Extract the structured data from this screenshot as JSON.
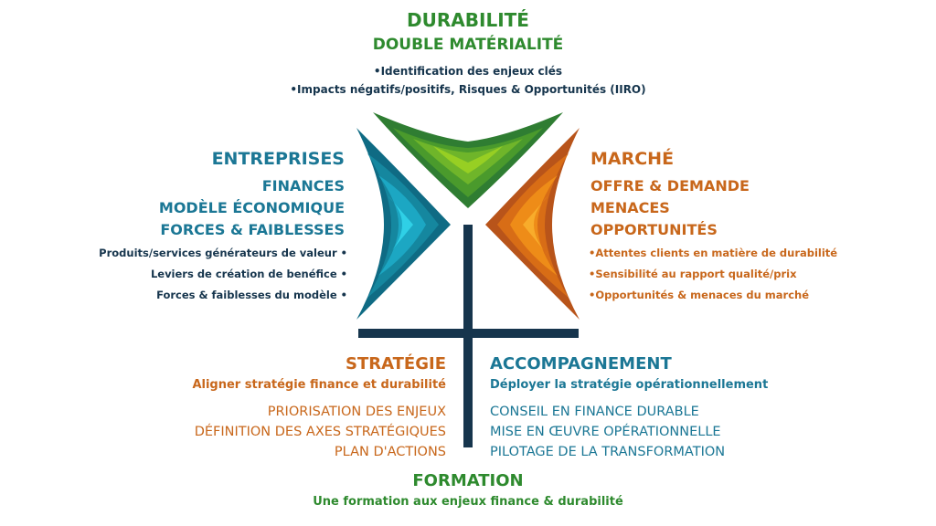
{
  "durabilite": {
    "title": "DURABILITÉ",
    "subtitle": "DOUBLE MATÉRIALITÉ",
    "bullets": [
      "Identification des enjeux clés",
      "Impacts négatifs/positifs, Risques & Opportunités (IIRO)"
    ]
  },
  "entreprises": {
    "title": "ENTREPRISES",
    "items": [
      "FINANCES",
      "MODÈLE ÉCONOMIQUE",
      "FORCES & FAIBLESSES"
    ],
    "bullets": [
      "Produits/services générateurs de valeur",
      "Leviers de création de benéfice",
      "Forces & faiblesses du modèle"
    ]
  },
  "marche": {
    "title": "MARCHÉ",
    "items": [
      "OFFRE & DEMANDE",
      "MENACES",
      "OPPORTUNITÉS"
    ],
    "bullets": [
      "Attentes clients en matière de durabilité",
      "Sensibilité au rapport qualité/prix",
      "Opportunités & menaces du marché"
    ]
  },
  "strategie": {
    "title": "STRATÉGIE",
    "subtitle": "Aligner stratégie finance et durabilité",
    "items": [
      "PRIORISATION DES ENJEUX",
      "DÉFINITION DES AXES STRATÉGIQUES",
      "PLAN D'ACTIONS"
    ]
  },
  "accompagnement": {
    "title": "ACCOMPAGNEMENT",
    "subtitle": "Déployer la stratégie opérationnellement",
    "items": [
      "CONSEIL EN FINANCE DURABLE",
      "MISE EN ŒUVRE OPÉRATIONNELLE",
      "PILOTAGE DE LA TRANSFORMATION"
    ]
  },
  "formation": {
    "title": "FORMATION",
    "subtitle": "Une formation aux enjeux finance & durabilité"
  },
  "colors": {
    "green": "#2e8a2e",
    "blue": "#1b7795",
    "navy": "#16354d",
    "orange": "#c8671b"
  }
}
